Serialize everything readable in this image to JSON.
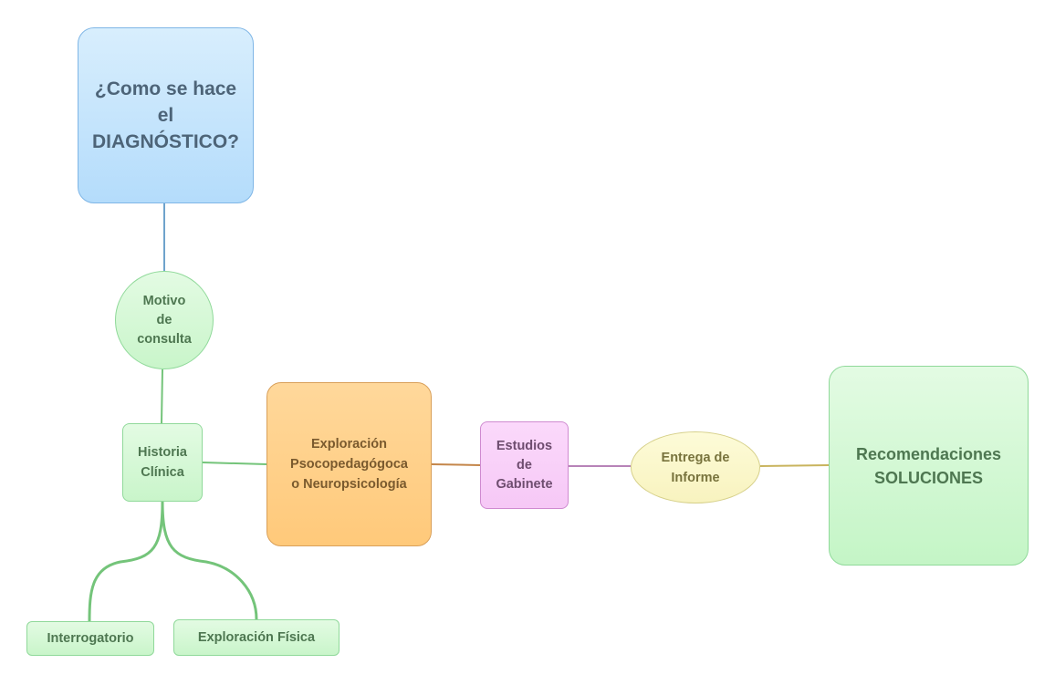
{
  "diagram": {
    "nodes": {
      "diagnostico": {
        "label": "¿Como se hace\nel\nDIAGNÓSTICO?"
      },
      "motivo": {
        "label": "Motivo\nde\nconsulta"
      },
      "historia": {
        "label": "Historia\nClínica"
      },
      "exploracion_psico": {
        "label": "Exploración\nPsocopedagógoca\no Neuropsicología"
      },
      "estudios": {
        "label": "Estudios\nde\nGabinete"
      },
      "entrega": {
        "label": "Entrega de\nInforme"
      },
      "recomendaciones": {
        "label": "Recomendaciones\nSOLUCIONES"
      },
      "interrogatorio": {
        "label": "Interrogatorio"
      },
      "exploracion_fisica": {
        "label": "Exploración Física"
      }
    },
    "edges": [
      {
        "from": "diagnostico",
        "to": "motivo",
        "color": "#6fa3cc"
      },
      {
        "from": "motivo",
        "to": "historia",
        "color": "#74c47a"
      },
      {
        "from": "historia",
        "to": "exploracion_psico",
        "color": "#74c47a"
      },
      {
        "from": "historia",
        "to": "interrogatorio",
        "color": "#74c47a"
      },
      {
        "from": "historia",
        "to": "exploracion_fisica",
        "color": "#74c47a"
      },
      {
        "from": "exploracion_psico",
        "to": "estudios",
        "color": "#c4864a"
      },
      {
        "from": "estudios",
        "to": "entrega",
        "color": "#b783b8"
      },
      {
        "from": "entrega",
        "to": "recomendaciones",
        "color": "#c9b45e"
      }
    ]
  }
}
